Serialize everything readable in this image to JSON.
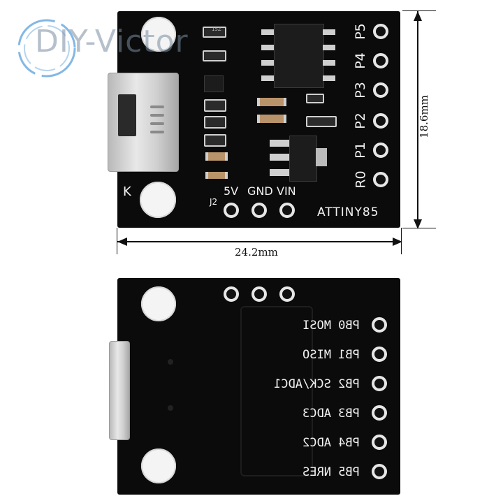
{
  "watermark": {
    "text": "DIY-Victor"
  },
  "top_board": {
    "pin_labels": [
      "P5",
      "P4",
      "P3",
      "P2",
      "P1",
      "R0"
    ],
    "power_labels": [
      "5V",
      "GND",
      "VIN"
    ],
    "jumper_label": "J2",
    "corner_label": "K",
    "board_name": "ATTINY85",
    "chip_marking": "15Z"
  },
  "bottom_board": {
    "pin_labels": [
      "PB0  MOSI",
      "PB1  MISO",
      "PB2  SCK/ADC1",
      "PB3  ADC3",
      "PB4  ADC2",
      "PB5  NRES"
    ]
  },
  "dimensions": {
    "height_label": "18.6mm",
    "width_label": "24.2mm"
  },
  "colors": {
    "board": "#0b0b0b",
    "silkscreen": "#f2f2f2",
    "pad": "#e9e9e9"
  }
}
